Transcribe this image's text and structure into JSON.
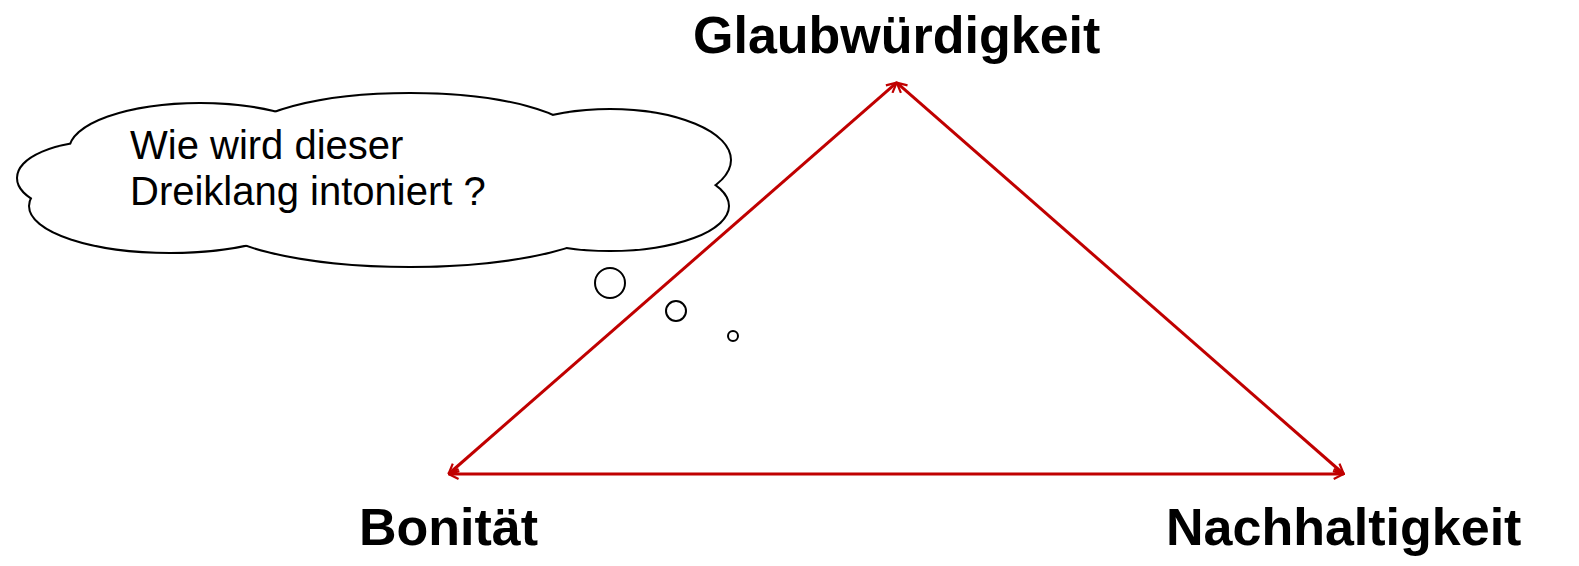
{
  "diagram": {
    "nodes": [
      {
        "text": [
          "Glaubwürdigkeit"
        ]
      },
      {
        "text": [
          "Wie wird dieser Dreiklang intoniert ?"
        ]
      },
      {
        "text": [
          "Bonität"
        ]
      },
      {
        "text": [
          "Nachhaltigkeit"
        ]
      }
    ],
    "edges": [
      {
        "from": 0,
        "to": 2,
        "arrow": "both"
      },
      {
        "from": 0,
        "to": 3,
        "arrow": "both"
      },
      {
        "from": 2,
        "to": 3,
        "arrow": "both"
      }
    ]
  }
}
